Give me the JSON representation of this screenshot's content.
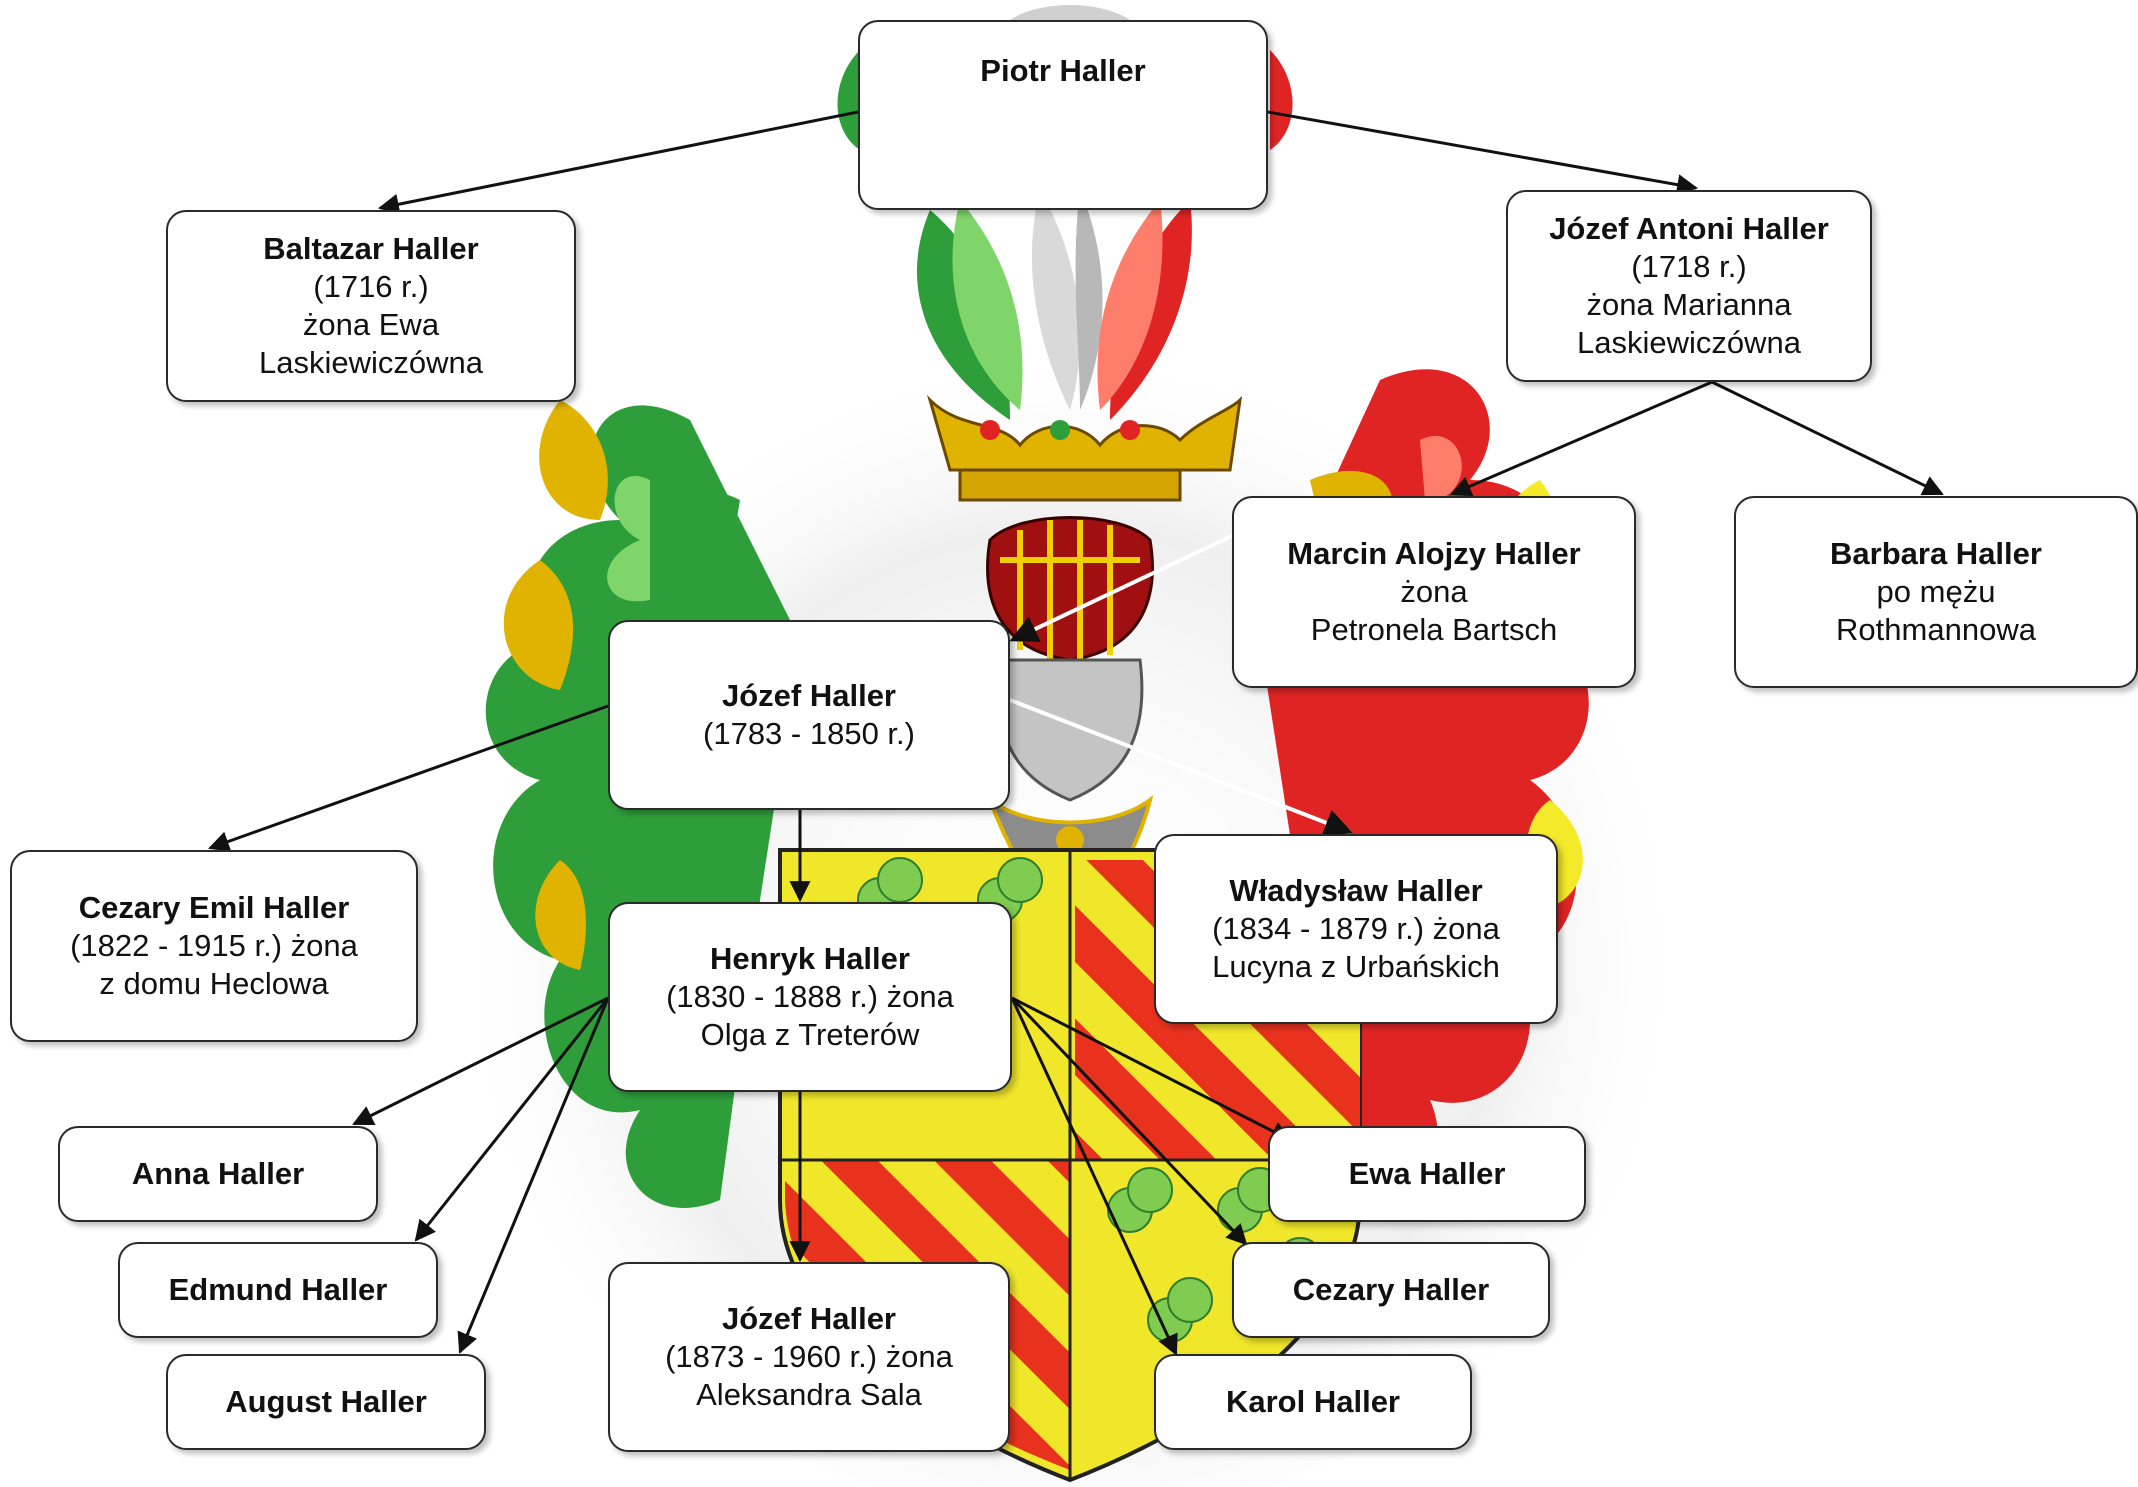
{
  "colors": {
    "green": "#2e9e3a",
    "green_light": "#7fd46a",
    "red": "#e02424",
    "red_light": "#ff7d6b",
    "gold": "#e0b300",
    "yellow": "#f5ea2a",
    "silver": "#b8b8b8",
    "line": "#111111"
  },
  "nodes": {
    "piotr": {
      "name": "Piotr Haller",
      "lines": []
    },
    "baltazar": {
      "name": "Baltazar Haller",
      "lines": [
        "(1716 r.)",
        "żona Ewa",
        "Laskiewiczówna"
      ]
    },
    "jozef_antoni": {
      "name": "Józef Antoni Haller",
      "lines": [
        "(1718 r.)",
        "żona Marianna",
        "Laskiewiczówna"
      ]
    },
    "marcin": {
      "name": "Marcin Alojzy Haller",
      "lines": [
        "żona",
        "Petronela Bartsch"
      ]
    },
    "barbara": {
      "name": "Barbara Haller",
      "lines": [
        "po mężu",
        "Rothmannowa"
      ]
    },
    "jozef_1783": {
      "name": "Józef Haller",
      "lines": [
        "(1783 - 1850 r.)"
      ]
    },
    "cezary_emil": {
      "name": "Cezary Emil Haller",
      "lines": [
        "(1822 - 1915 r.) żona",
        "z domu Heclowa"
      ]
    },
    "wladyslaw": {
      "name": "Władysław Haller",
      "lines": [
        "(1834 - 1879 r.) żona",
        "Lucyna z Urbańskich"
      ]
    },
    "henryk": {
      "name": "Henryk Haller",
      "lines": [
        "(1830 - 1888 r.) żona",
        "Olga z Treterów"
      ]
    },
    "anna": {
      "name": "Anna Haller",
      "lines": []
    },
    "edmund": {
      "name": "Edmund Haller",
      "lines": []
    },
    "august": {
      "name": "August Haller",
      "lines": []
    },
    "jozef_1873": {
      "name": "Józef Haller",
      "lines": [
        "(1873 - 1960 r.) żona",
        "Aleksandra Sala"
      ]
    },
    "ewa": {
      "name": "Ewa Haller",
      "lines": []
    },
    "cezary": {
      "name": "Cezary Haller",
      "lines": []
    },
    "karol": {
      "name": "Karol Haller",
      "lines": []
    }
  },
  "edges": [
    {
      "from": "piotr",
      "to": "baltazar"
    },
    {
      "from": "piotr",
      "to": "jozef_antoni"
    },
    {
      "from": "jozef_antoni",
      "to": "marcin"
    },
    {
      "from": "jozef_antoni",
      "to": "barbara"
    },
    {
      "from": "marcin",
      "to": "jozef_1783"
    },
    {
      "from": "jozef_1783",
      "to": "cezary_emil"
    },
    {
      "from": "jozef_1783",
      "to": "wladyslaw"
    },
    {
      "from": "jozef_1783",
      "to": "henryk"
    },
    {
      "from": "henryk",
      "to": "anna"
    },
    {
      "from": "henryk",
      "to": "edmund"
    },
    {
      "from": "henryk",
      "to": "august"
    },
    {
      "from": "henryk",
      "to": "jozef_1873"
    },
    {
      "from": "henryk",
      "to": "ewa"
    },
    {
      "from": "henryk",
      "to": "cezary"
    },
    {
      "from": "henryk",
      "to": "karol"
    }
  ]
}
